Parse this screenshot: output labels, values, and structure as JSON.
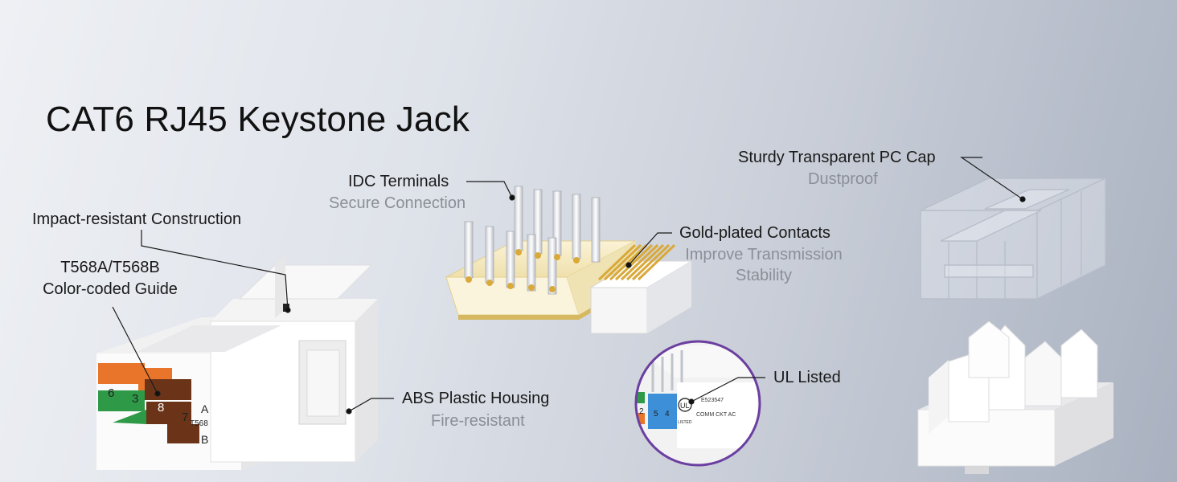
{
  "title": "CAT6 RJ45 Keystone Jack",
  "callouts": {
    "impact": {
      "label": "Impact-resistant Construction"
    },
    "color_guide": {
      "line1": "T568A/T568B",
      "line2": "Color-coded Guide"
    },
    "idc": {
      "label": "IDC Terminals",
      "sub": "Secure Connection"
    },
    "gold": {
      "label": "Gold-plated Contacts",
      "sub1": "Improve Transmission",
      "sub2": "Stability"
    },
    "cap": {
      "label": "Sturdy Transparent PC Cap",
      "sub": "Dustproof"
    },
    "abs": {
      "label": "ABS Plastic Housing",
      "sub": "Fire-resistant"
    },
    "ul": {
      "label": "UL Listed"
    }
  },
  "jack_marks": {
    "pins_top": [
      "6",
      "3",
      "8"
    ],
    "pin_bottom": "7",
    "letter_a": "A",
    "letter_b": "B",
    "standard": "T568"
  },
  "ul_detail": {
    "digits": [
      "2",
      "5",
      "4"
    ],
    "logo": "UL",
    "listed": "LISTED",
    "code": "E523547",
    "rating": "COMM CKT AC"
  },
  "colors": {
    "orange": "#e8752a",
    "green": "#2e9a47",
    "brown": "#6b3418",
    "blue": "#3d8fd8",
    "gold": "#d9a93a",
    "ul_ring": "#6b3fa0"
  }
}
